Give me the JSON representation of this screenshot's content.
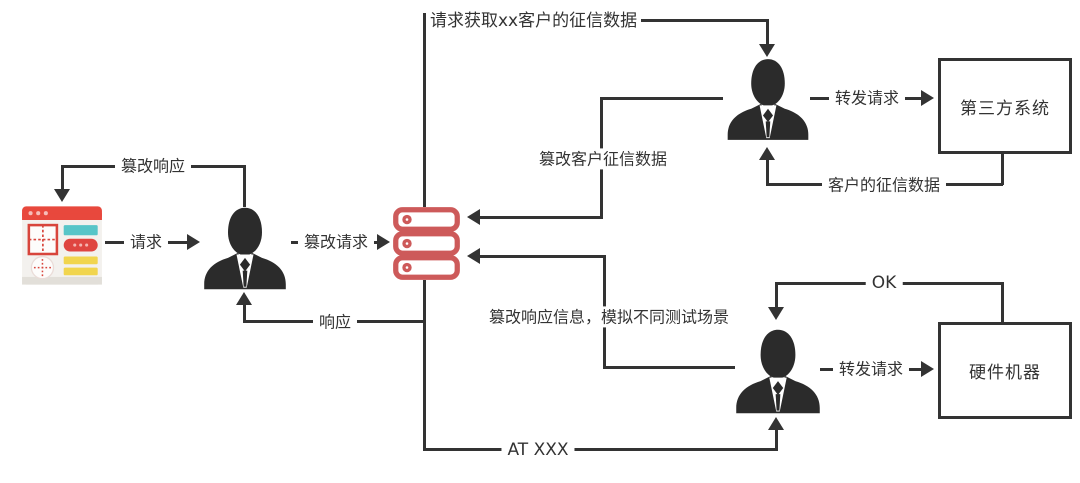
{
  "colors": {
    "line": "#333333",
    "server_red": "#cd5a5a",
    "app_titlebar_red": "#e8483d",
    "app_teal": "#57c5c8",
    "app_yellow": "#f1d54e",
    "silhouette": "#2b2b2b",
    "background": "#ffffff"
  },
  "nodes": {
    "client_app": {
      "icon": "client-app-window-icon"
    },
    "mitm_person": {
      "icon": "person-silhouette-icon"
    },
    "proxy_server": {
      "icon": "server-stack-icon"
    },
    "third_party_person": {
      "icon": "person-silhouette-icon"
    },
    "third_party_system": {
      "label": "第三方系统"
    },
    "hardware_person": {
      "icon": "person-silhouette-icon"
    },
    "hardware_machine": {
      "label": "硬件机器"
    }
  },
  "labels": {
    "top_request": "请求获取xx客户的征信数据",
    "tamper_response": "篡改响应",
    "request": "请求",
    "tamper_request": "篡改请求",
    "response": "响应",
    "forward_request_top": "转发请求",
    "customer_credit_data": "客户的征信数据",
    "tamper_customer_credit": "篡改客户征信数据",
    "tamper_response_info": "篡改响应信息，模拟不同测试场景",
    "ok": "OK",
    "at_xxx": "AT XXX",
    "forward_request_bottom": "转发请求"
  },
  "edges": [
    {
      "from": "client_app",
      "to": "mitm_person",
      "label": "请求"
    },
    {
      "from": "mitm_person",
      "to": "client_app",
      "label": "篡改响应"
    },
    {
      "from": "mitm_person",
      "to": "proxy_server",
      "label": "篡改请求"
    },
    {
      "from": "proxy_server",
      "to": "mitm_person",
      "label": "响应"
    },
    {
      "from": "proxy_server",
      "to": "third_party_person",
      "label": "请求获取xx客户的征信数据"
    },
    {
      "from": "third_party_person",
      "to": "third_party_system",
      "label": "转发请求"
    },
    {
      "from": "third_party_system",
      "to": "third_party_person",
      "label": "客户的征信数据"
    },
    {
      "from": "third_party_person",
      "to": "proxy_server",
      "label": "篡改客户征信数据"
    },
    {
      "from": "hardware_person",
      "to": "proxy_server",
      "label": "篡改响应信息，模拟不同测试场景"
    },
    {
      "from": "proxy_server",
      "to": "hardware_person",
      "label": "AT XXX"
    },
    {
      "from": "hardware_person",
      "to": "hardware_machine",
      "label": "转发请求"
    },
    {
      "from": "hardware_machine",
      "to": "hardware_person",
      "label": "OK"
    }
  ]
}
